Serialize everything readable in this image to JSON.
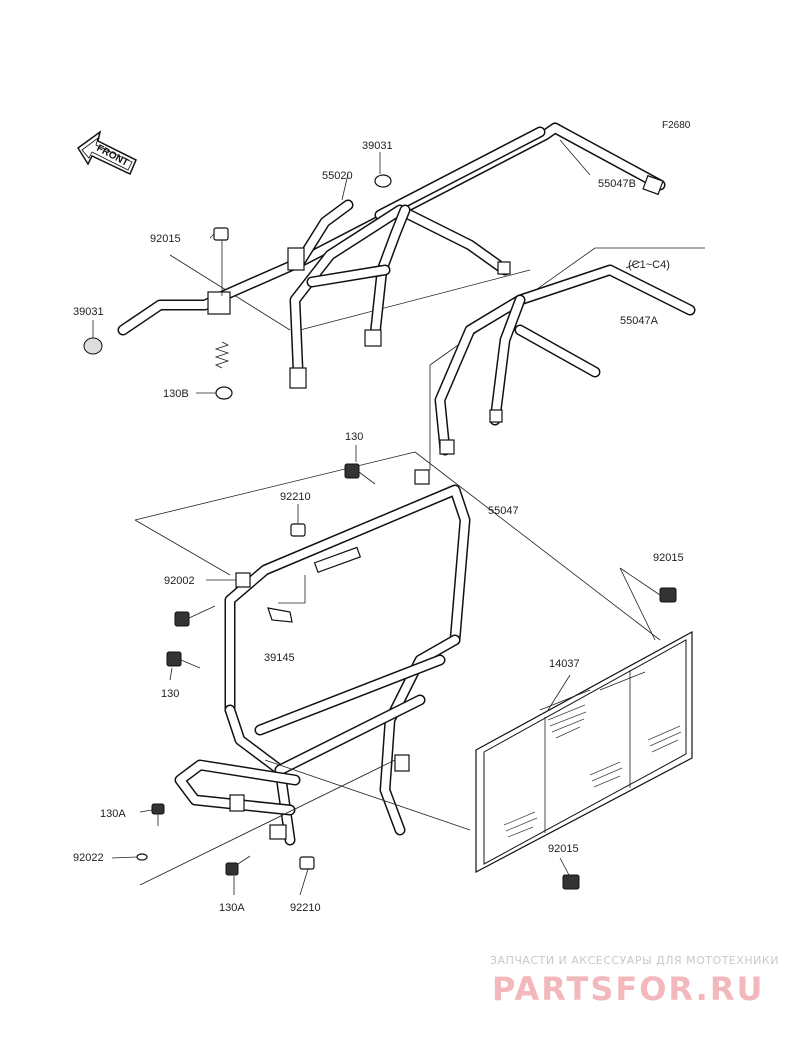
{
  "figure_code": "F2680",
  "front_marker": "FRONT",
  "variant_note": "(C1~C4)",
  "labels": {
    "p39031_top": "39031",
    "p55020": "55020",
    "p55047B": "55047B",
    "p92015_top": "92015",
    "p39031_left": "39031",
    "p130B": "130B",
    "p55047A": "55047A",
    "p130_top": "130",
    "p55047": "55047",
    "p92210_top": "92210",
    "p92002": "92002",
    "p92015_right": "92015",
    "p39145": "39145",
    "p130_left": "130",
    "p14037": "14037",
    "p130A_left": "130A",
    "p92022": "92022",
    "p92015_bottom": "92015",
    "p130A_bottom": "130A",
    "p92210_bottom": "92210"
  },
  "watermark": {
    "tagline": "ЗАПЧАСТИ И АКСЕССУАРЫ ДЛЯ МОТОТЕХНИКИ",
    "brand": "PARTSFOR.RU"
  }
}
